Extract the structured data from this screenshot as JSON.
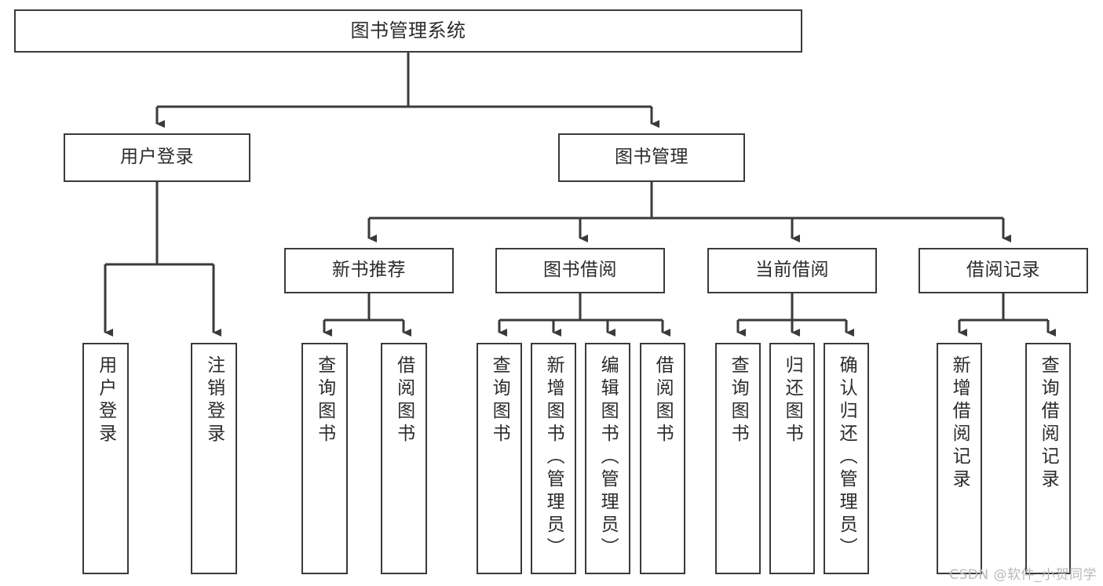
{
  "diagram": {
    "type": "tree",
    "title": "图书管理系统",
    "colors": {
      "box_border": "#3a3a3a",
      "box_fill": "#ffffff",
      "connector": "#3a3a3a",
      "text": "#2b2b2b",
      "watermark": "#b9b9b9",
      "background": "#ffffff"
    }
  },
  "watermark": {
    "text": "CSDN @软件_小贺同学"
  },
  "nodes": {
    "root": {
      "label": "图书管理系统"
    },
    "level2": [
      {
        "label": "用户登录"
      },
      {
        "label": "图书管理"
      }
    ],
    "level3": [
      {
        "label": "新书推荐"
      },
      {
        "label": "图书借阅"
      },
      {
        "label": "当前借阅"
      },
      {
        "label": "借阅记录"
      }
    ],
    "leaves": {
      "user_login": [
        {
          "label": "用户登录"
        },
        {
          "label": "注销登录"
        }
      ],
      "new_book_recommend": [
        {
          "label": "查询图书"
        },
        {
          "label": "借阅图书"
        }
      ],
      "book_borrow": [
        {
          "label": "查询图书"
        },
        {
          "label": "新增图书（管理员）"
        },
        {
          "label": "编辑图书（管理员）"
        },
        {
          "label": "借阅图书"
        }
      ],
      "current_borrow": [
        {
          "label": "查询图书"
        },
        {
          "label": "归还图书"
        },
        {
          "label": "确认归还（管理员）"
        }
      ],
      "borrow_record": [
        {
          "label": "新增借阅记录"
        },
        {
          "label": "查询借阅记录"
        }
      ]
    }
  }
}
